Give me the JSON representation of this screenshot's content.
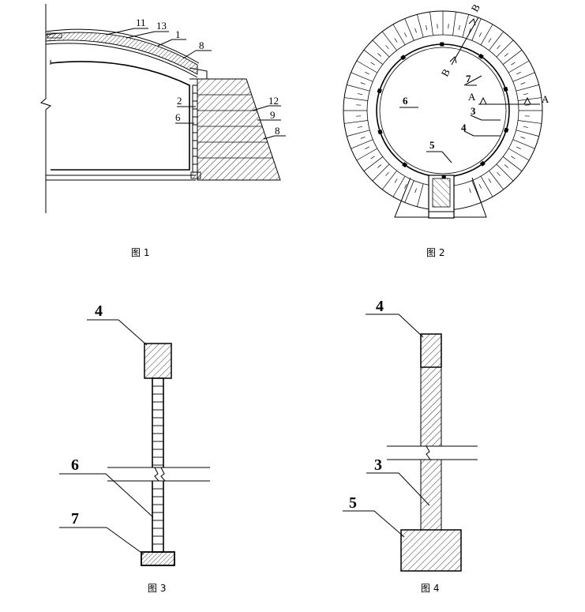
{
  "figures": {
    "fig1": {
      "caption": "图 1",
      "labels": [
        "11",
        "13",
        "1",
        "8",
        "2",
        "6",
        "12",
        "9",
        "8"
      ]
    },
    "fig2": {
      "caption": "图 2",
      "labels": [
        "B",
        "B",
        "7",
        "6",
        "A",
        "A",
        "3",
        "4",
        "5"
      ]
    },
    "fig3": {
      "caption": "图 3",
      "labels": [
        "4",
        "6",
        "7"
      ]
    },
    "fig4": {
      "caption": "图 4",
      "labels": [
        "4",
        "3",
        "5"
      ]
    }
  }
}
